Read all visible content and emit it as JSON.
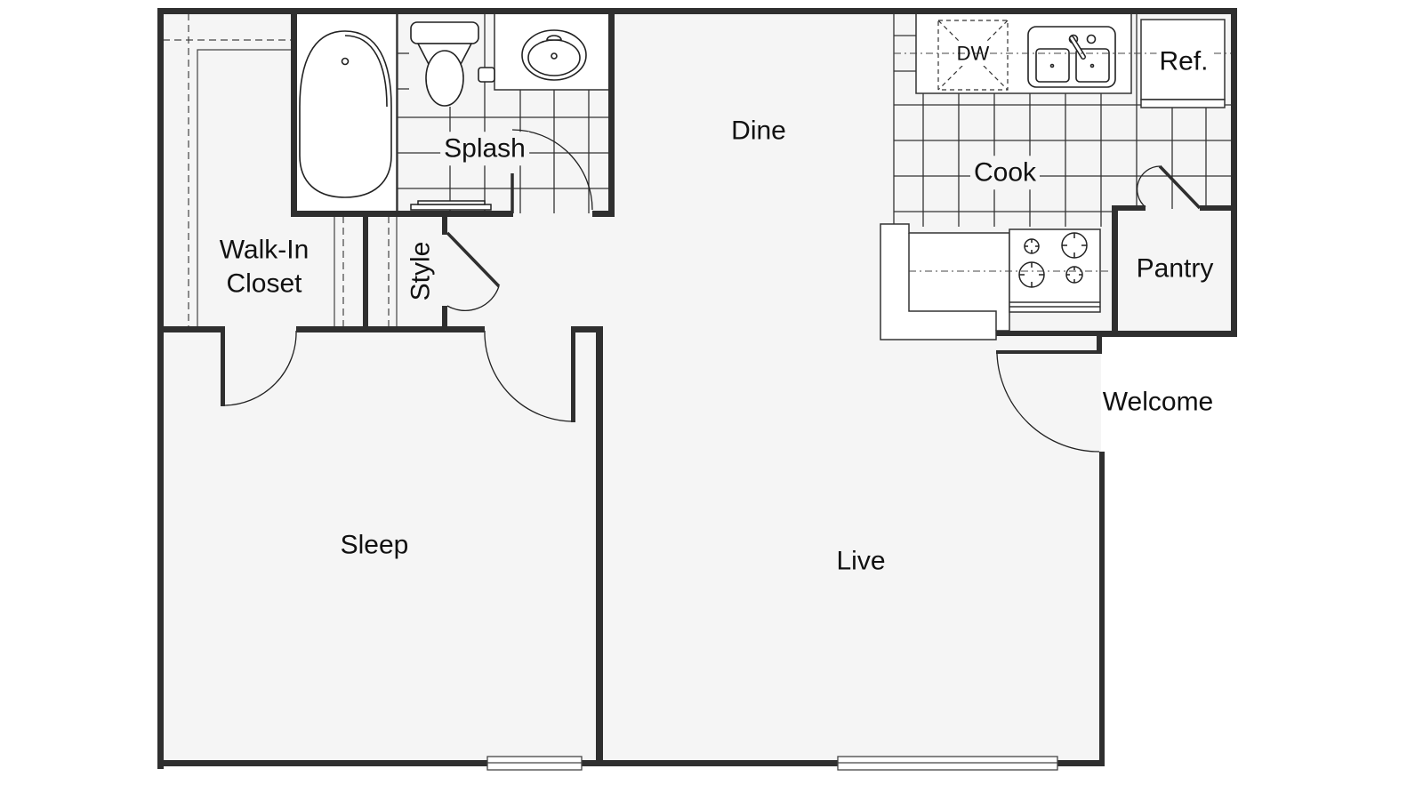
{
  "floorplan": {
    "colors": {
      "wall": "#2f2f2f",
      "floor": "#f5f5f5",
      "background": "#ffffff",
      "fixture": "#ffffff",
      "line": "#333333"
    },
    "rooms": {
      "walk_in_closet": {
        "line1": "Walk-In",
        "line2": "Closet"
      },
      "splash": "Splash",
      "style": "Style",
      "dine": "Dine",
      "cook": "Cook",
      "pantry": "Pantry",
      "welcome": "Welcome",
      "sleep": "Sleep",
      "live": "Live"
    },
    "appliances": {
      "dishwasher": "DW",
      "refrigerator": "Ref."
    }
  }
}
